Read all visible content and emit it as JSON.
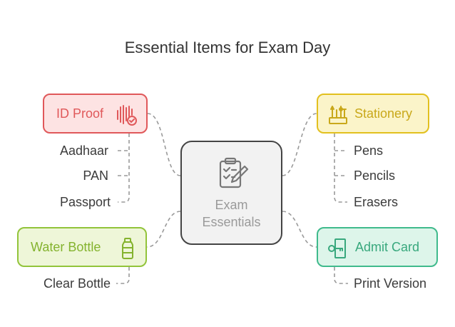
{
  "title": "Essential Items for Exam Day",
  "center": {
    "line1": "Exam",
    "line2": "Essentials",
    "icon": "clipboard-checklist-icon"
  },
  "categories": {
    "id_proof": {
      "label": "ID Proof",
      "icon": "fingerprint-check-icon",
      "color": "#e0585a",
      "items": [
        "Aadhaar",
        "PAN",
        "Passport"
      ]
    },
    "stationery": {
      "label": "Stationery",
      "icon": "pencil-cup-icon",
      "color": "#e2c01e",
      "items": [
        "Pens",
        "Pencils",
        "Erasers"
      ]
    },
    "water_bottle": {
      "label": "Water Bottle",
      "icon": "bottle-icon",
      "color": "#92c43a",
      "items": [
        "Clear Bottle"
      ]
    },
    "admit_card": {
      "label": "Admit Card",
      "icon": "door-key-icon",
      "color": "#3fba8c",
      "items": [
        "Print Version"
      ]
    }
  }
}
